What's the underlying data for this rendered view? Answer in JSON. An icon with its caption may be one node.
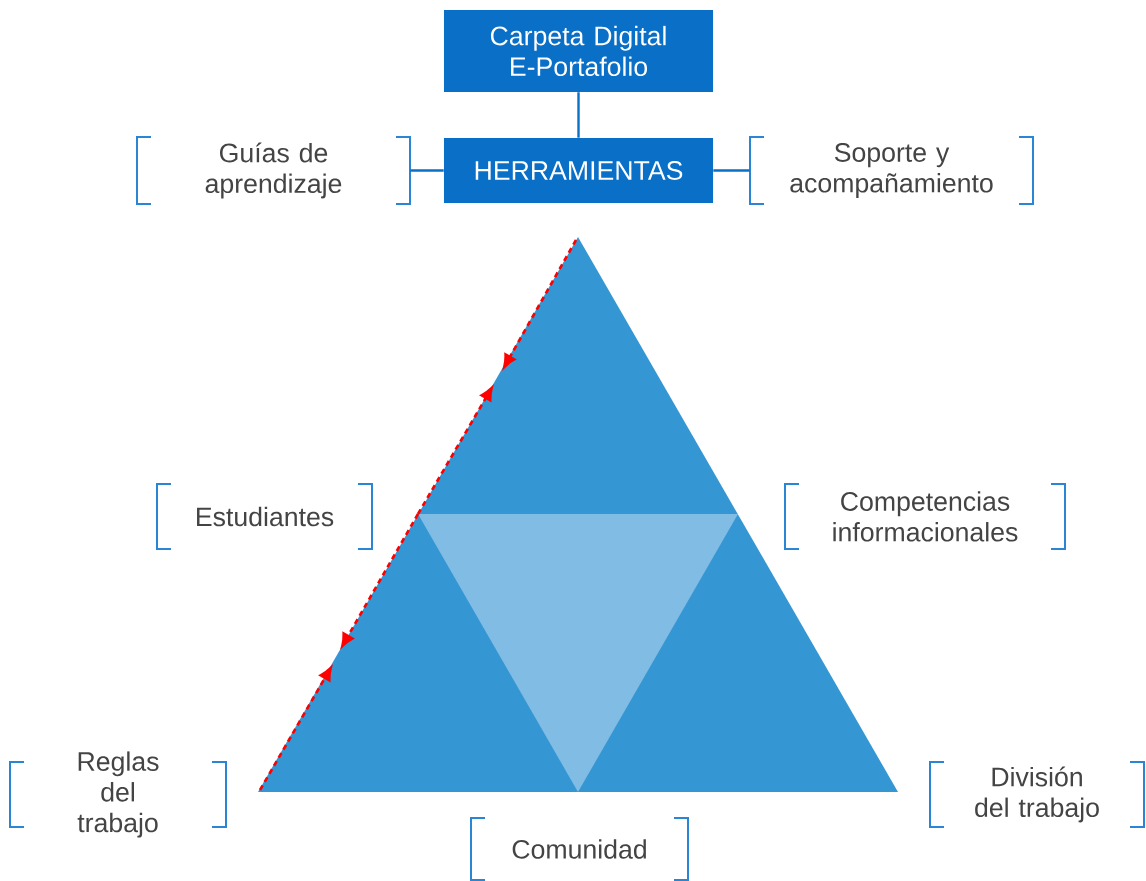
{
  "diagram": {
    "nodes": [
      {
        "text": [
          "Carpeta Digital E-Portafolio"
        ]
      },
      {
        "text": [
          "HERRAMIENTAS"
        ]
      },
      {
        "text": [
          "Guías de aprendizaje"
        ]
      },
      {
        "text": [
          "Soporte y acompañamiento"
        ]
      },
      {
        "text": [
          "Estudiantes"
        ]
      },
      {
        "text": [
          "Competencias informacionales"
        ]
      },
      {
        "text": [
          "Reglas del trabajo"
        ]
      },
      {
        "text": [
          "División del trabajo"
        ]
      },
      {
        "text": [
          "Comunidad"
        ]
      }
    ],
    "edges": [
      {
        "from": 0,
        "to": 1,
        "arrow": "none"
      },
      {
        "from": 2,
        "to": 1,
        "arrow": "none"
      },
      {
        "from": 1,
        "to": 3,
        "arrow": "none"
      }
    ]
  }
}
